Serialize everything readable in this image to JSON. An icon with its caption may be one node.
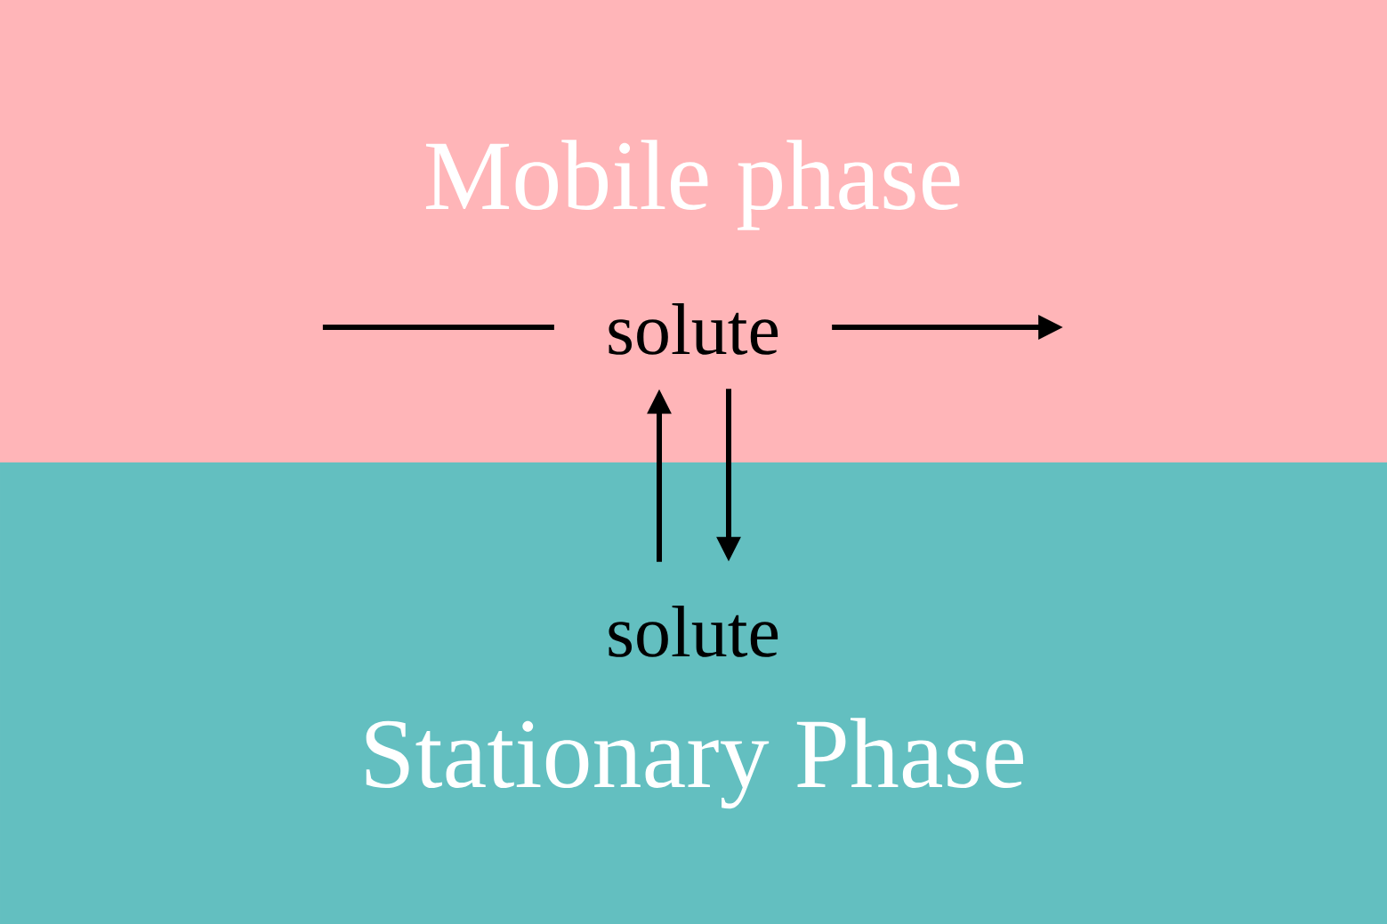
{
  "diagram": {
    "nodes": [
      {
        "text": [
          "Mobile phase"
        ]
      },
      {
        "text": [
          "Stationary Phase"
        ]
      },
      {
        "text": [
          "solute"
        ],
        "in": 0
      },
      {
        "text": [
          "solute"
        ],
        "in": 1
      }
    ],
    "edges": [
      {
        "from": null,
        "to": 2,
        "arrow": "none"
      },
      {
        "from": 2,
        "to": null,
        "arrow": "to"
      },
      {
        "from": 3,
        "to": 2,
        "arrow": "to"
      },
      {
        "from": 2,
        "to": 3,
        "arrow": "to"
      }
    ]
  }
}
